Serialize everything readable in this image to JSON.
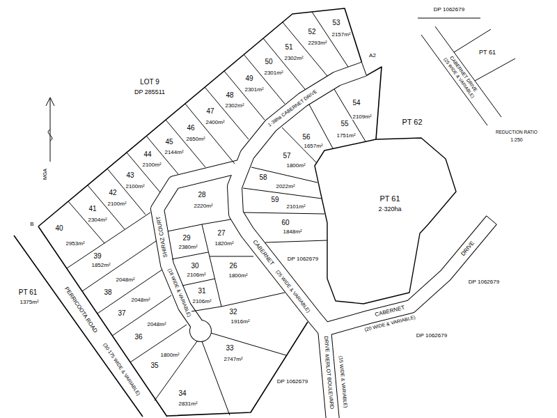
{
  "diagram": {
    "labels": [
      "53",
      "2157m²",
      "52",
      "2293m²",
      "51",
      "2302m²",
      "50",
      "2301m²",
      "49",
      "2301m²",
      "48",
      "2302m²",
      "47",
      "2400m²",
      "46",
      "2650m²",
      "45",
      "2144m²",
      "44",
      "2100m²",
      "43",
      "2100m²",
      "42",
      "2100m²",
      "41",
      "2304m²",
      "40",
      "2953m²",
      "39",
      "1852m²",
      "38",
      "2048m²",
      "37",
      "2048m²",
      "36",
      "2048m²",
      "35",
      "1800m²",
      "34",
      "2831m²",
      "33",
      "2747m²",
      "32",
      "1916m²",
      "31",
      "2106m²",
      "30",
      "2106m²",
      "29",
      "2380m²",
      "28",
      "2220m²",
      "27",
      "1820m²",
      "26",
      "1800m²",
      "54",
      "2109m²",
      "55",
      "1751m²",
      "56",
      "1657m²",
      "57",
      "1800m²",
      "58",
      "2022m²",
      "59",
      "2101m²",
      "60",
      "1848m²",
      "PT 61",
      "2·320ha",
      "PT 62",
      "LOT 9",
      "DP 285511",
      "PT 61",
      "1375m²",
      "PERRICOOTA ROAD",
      "(30·175 WIDE & VARIABLE)",
      "SHIRAZ COURT",
      "(18 WIDE & VARIABLE)",
      "1·38ha CABERNET DRIVE",
      "CABERNET",
      "(25 WIDE & VARIABLE)",
      "DRIVE",
      "MERLOT BOULEVARD",
      "(15 WIDE & VARIABLE)",
      "CABERNET",
      "(20 WIDE & VARIABLE)",
      "DRIVE",
      "DP 1062679",
      "DP 1062679",
      "DP 1062679",
      "DP 1062679",
      "DP 1062679",
      "PT 61",
      "CABERNET DRIVE",
      "(25 WIDE & VARIABLE)",
      "REDUCTION RATIO",
      "1:250",
      "A2",
      "B",
      "MGA"
    ]
  }
}
